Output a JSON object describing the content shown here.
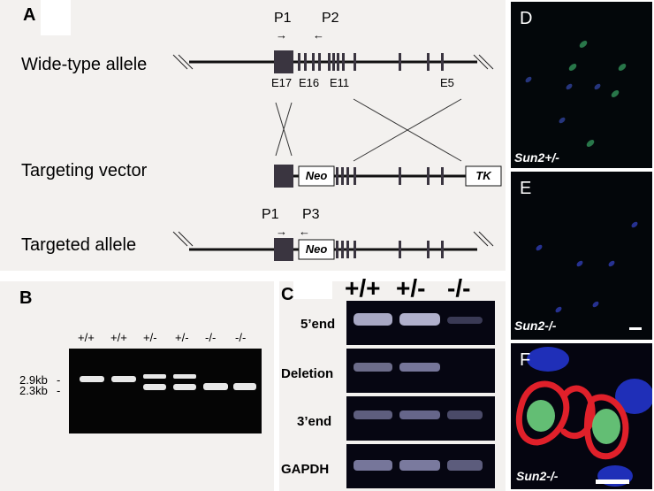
{
  "panel_a": {
    "letter": "A",
    "rows": {
      "wildtype": "Wide-type allele",
      "vector": "Targeting vector",
      "targeted": "Targeted allele"
    },
    "primers": {
      "p1": "P1",
      "p2": "P2",
      "p3": "P3",
      "arrow_right": "→",
      "arrow_left": "←"
    },
    "exons": [
      "E17",
      "E16",
      "E11",
      "E5"
    ],
    "boxes": {
      "neo": "Neo",
      "tk": "TK"
    }
  },
  "panel_b": {
    "letter": "B",
    "lanes": [
      "+/+",
      "+/+",
      "+/-",
      "+/-",
      "-/-",
      "-/-"
    ],
    "markers": [
      "2.9kb",
      "2.3kb"
    ]
  },
  "panel_c": {
    "letter": "C",
    "genotypes": [
      "+/+",
      "+/-",
      "-/-"
    ],
    "rows": [
      "5’end",
      "Deletion",
      "3’end",
      "GAPDH"
    ]
  },
  "panel_d": {
    "letter": "D",
    "label": "Sun2+/-"
  },
  "panel_e": {
    "letter": "E",
    "label": "Sun2-/-"
  },
  "panel_f": {
    "letter": "F",
    "label": "Sun2-/-"
  }
}
